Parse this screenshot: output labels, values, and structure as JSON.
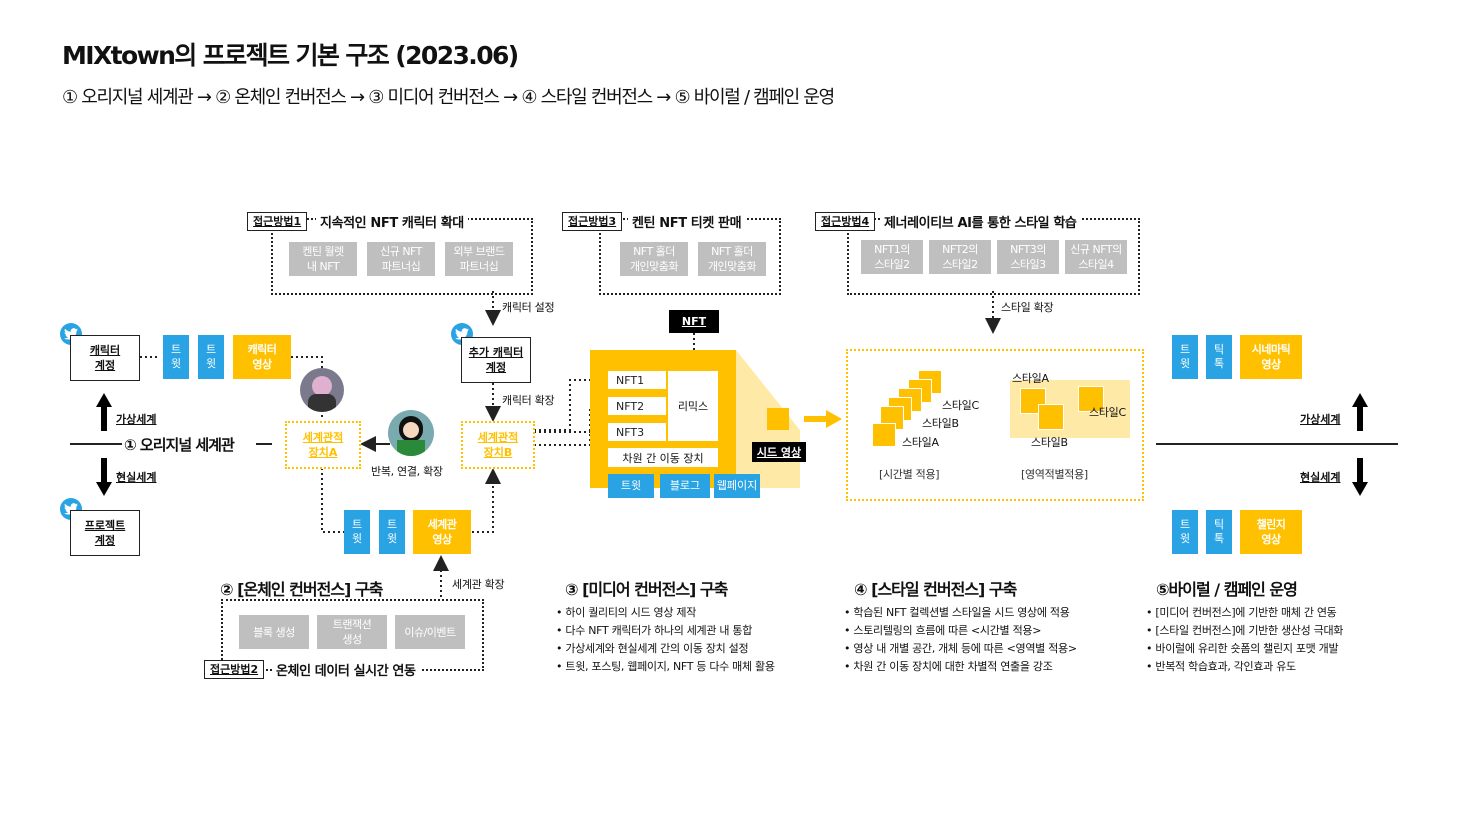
{
  "title": "MIXtown의 프로젝트 기본 구조 (2023.06)",
  "subtitle": "① 오리지널 세계관 → ② 온체인 컨버전스 → ③ 미디어 컨버전스 → ④ 스타일 컨버전스 → ⑤ 바이럴 / 캠페인 운영",
  "approach1": {
    "tag": "접근방법1",
    "title": "지속적인 NFT 캐릭터 확대",
    "boxes": [
      "켄틴 월렛\n내 NFT",
      "신규 NFT\n파트너십",
      "외부 브랜드\n파트너십"
    ],
    "arrow_label": "캐릭터 설정"
  },
  "approach3": {
    "tag": "접근방법3",
    "title": "켄틴 NFT 티켓 판매",
    "boxes": [
      "NFT 홀더\n개인맞춤화",
      "NFT 홀더\n개인맞춤화"
    ]
  },
  "approach4": {
    "tag": "접근방법4",
    "title": "제너레이티브 AI를 통한 스타일 학습",
    "boxes": [
      "NFT1의\n스타일2",
      "NFT2의\n스타일2",
      "NFT3의\n스타일3",
      "신규 NFT의\n스타일4"
    ],
    "arrow_label": "스타일 확장"
  },
  "approach2": {
    "tag": "접근방법2",
    "title": "온체인 데이터 실시간 연동",
    "boxes": [
      "블록 생성",
      "트랜잭션\n생성",
      "이슈/이벤트"
    ],
    "arrow_label": "세계관 확장"
  },
  "left": {
    "char_account": "캐릭터\n계정",
    "project_account": "프로젝트\n계정",
    "virtual": "가상세계",
    "real": "현실세계",
    "origin": "① 오리지널 세계관",
    "tweet1": "트\n윗",
    "tweet2": "트\n윗",
    "char_video": "캐릭터\n영상"
  },
  "center": {
    "device_a": "세계관적\n장치A",
    "device_b": "세계관적\n장치B",
    "extra_account": "추가 캐릭터\n계정",
    "char_expand": "캐릭터 확장",
    "repeat": "반복, 연결, 확장",
    "tweet1": "트\n윗",
    "tweet2": "트\n윗",
    "world_video": "세계관\n영상"
  },
  "media": {
    "nft_label": "NFT",
    "nfts": [
      "NFT1",
      "NFT2",
      "NFT3"
    ],
    "remix": "리믹스",
    "travel": "차원 간 이동 장치",
    "outputs": [
      "트윗",
      "블로그",
      "웹페이지"
    ],
    "seed": "시드 영상"
  },
  "style": {
    "c1": "스타일C",
    "b1": "스타일B",
    "a1": "스타일A",
    "time": "[시간별 적용]",
    "a2": "스타일A",
    "c2": "스타일C",
    "b2": "스타일B",
    "area": "[영역적별적용]"
  },
  "right": {
    "tweet": "트\n윗",
    "tiktok": "틱\n톡",
    "cinematic": "시네마틱\n영상",
    "virtual": "가상세계",
    "real": "현실세계",
    "tweet2": "트\n윗",
    "tiktok2": "틱\n톡",
    "challenge": "챌린지\n영상"
  },
  "sections": {
    "s2": "② [온체인 컨버전스] 구축",
    "s3": "③ [미디어 컨버전스] 구축",
    "s3_bullets": [
      "하이 퀄리티의 시드 영상 제작",
      "다수 NFT 캐릭터가 하나의 세계관 내 통합",
      "가상세계와 현실세계 간의 이동 장치 설정",
      "트윗, 포스팅, 웹페이지, NFT 등 다수 매체 활용"
    ],
    "s4": "④ [스타일 컨버전스] 구축",
    "s4_bullets": [
      "학습된 NFT 컬렉션별 스타일을 시드 영상에 적용",
      "스토리텔링의 흐름에 따른 <시간별 적용>",
      "영상 내 개별 공간, 개체 등에 따른 <영역별 적용>",
      "차원 간 이동 장치에 대한 차별적 연출을 강조"
    ],
    "s5": "⑤바이럴 / 캠페인 운영",
    "s5_bullets": [
      "[미디어 컨버전스]에 기반한 매체 간 연동",
      "[스타일 컨버전스]에 기반한 생산성 극대화",
      "바이럴에 유리한 숏폼의 챌린지 포맷 개발",
      "반복적 학습효과, 각인효과 유도"
    ]
  },
  "colors": {
    "accent": "#ffc000",
    "twitter": "#29a3e3",
    "gray": "#bfbfbf"
  }
}
